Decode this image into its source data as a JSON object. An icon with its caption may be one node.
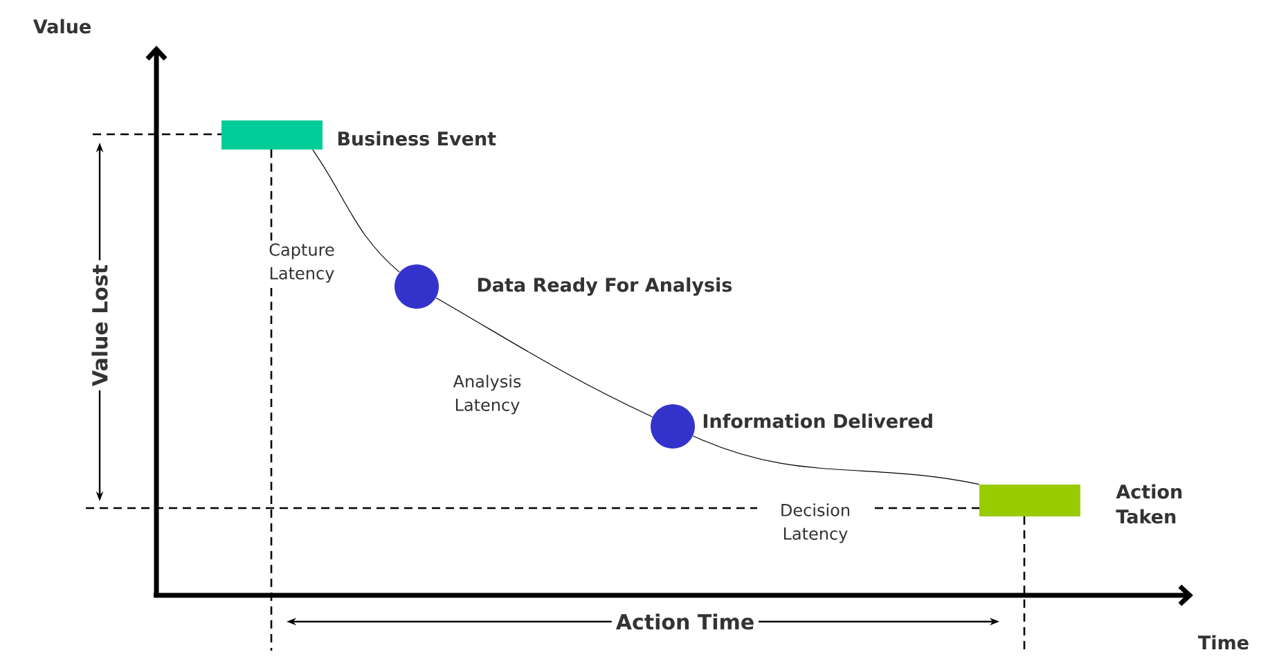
{
  "diagram": {
    "nodes": [
      {
        "text": [],
        "shape": "box",
        "beside": [
          "Business Event"
        ]
      },
      {
        "text": [],
        "shape": "circle",
        "beside": [
          "Data Ready For Analysis"
        ]
      },
      {
        "text": [],
        "shape": "circle",
        "beside": [
          "Information Delivered"
        ]
      },
      {
        "text": [],
        "shape": "box",
        "beside": [
          "Action Taken"
        ]
      }
    ],
    "edges": [
      {
        "from": 0,
        "to": 1,
        "arrow": "none"
      },
      {
        "from": 1,
        "to": 2,
        "arrow": "none"
      },
      {
        "from": 2,
        "to": 3,
        "arrow": "none"
      }
    ],
    "labels": [
      "Value",
      "Capture Latency",
      "Value Lost",
      "Analysis Latency",
      "Decision Latency",
      "Action Time",
      "Time"
    ]
  }
}
